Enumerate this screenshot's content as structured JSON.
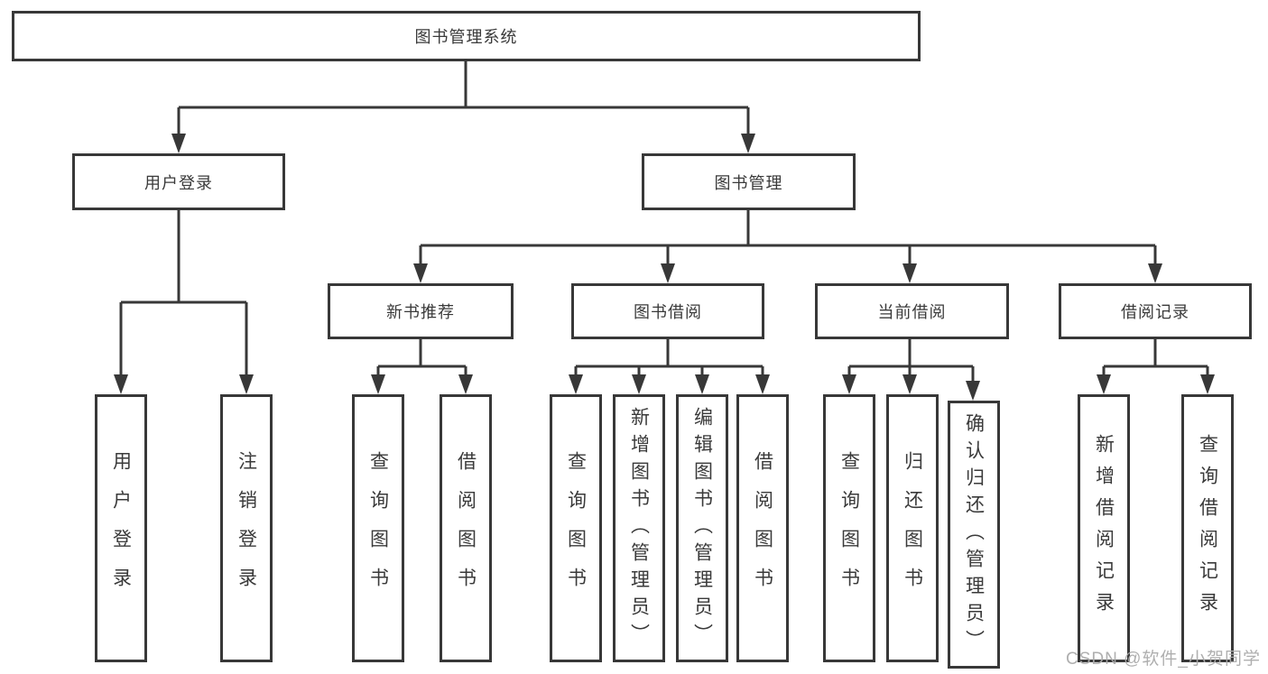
{
  "tree": {
    "root": {
      "label": "图书管理系统"
    },
    "branches": [
      {
        "label": "用户登录",
        "children": [
          {
            "label": "用户登录"
          },
          {
            "label": "注销登录"
          }
        ]
      },
      {
        "label": "图书管理",
        "children": [
          {
            "label": "新书推荐",
            "children": [
              {
                "label": "查询图书"
              },
              {
                "label": "借阅图书"
              }
            ]
          },
          {
            "label": "图书借阅",
            "children": [
              {
                "label": "查询图书"
              },
              {
                "label": "新增图书（管理员）"
              },
              {
                "label": "编辑图书（管理员）"
              },
              {
                "label": "借阅图书"
              }
            ]
          },
          {
            "label": "当前借阅",
            "children": [
              {
                "label": "查询图书"
              },
              {
                "label": "归还图书"
              },
              {
                "label": "确认归还（管理员）"
              }
            ]
          },
          {
            "label": "借阅记录",
            "children": [
              {
                "label": "新增借阅记录"
              },
              {
                "label": "查询借阅记录"
              }
            ]
          }
        ]
      }
    ]
  },
  "watermark": "CSDN @软件_小贺同学",
  "colors": {
    "line": "#383838",
    "text": "#3a3a3a",
    "watermark": "#ababab",
    "background": "#ffffff"
  }
}
